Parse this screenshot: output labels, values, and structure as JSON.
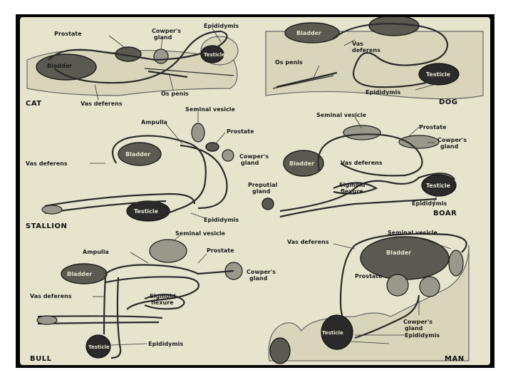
{
  "slide": {
    "background": "#ffffff",
    "frame_color": "#050505",
    "plate_color": "#e6e4cd"
  },
  "cat": {
    "species": "CAT",
    "prostate": "Prostate",
    "cowpers_gland": [
      "Cowper's",
      "gland"
    ],
    "epididymis": "Epididymis",
    "bladder": "Bladder",
    "testicle": "Testicle",
    "os_penis": "Os penis",
    "vas_deferens": "Vas deferens"
  },
  "dog": {
    "species": "DOG",
    "bladder": "Bladder",
    "vas_deferens": [
      "Vas",
      "deferens"
    ],
    "os_penis": "Os penis",
    "testicle": "Testicle",
    "epididymis": "Epididymis"
  },
  "stallion": {
    "species": "STALLION",
    "seminal_vesicle": "Seminal vesicle",
    "ampulla": "Ampulla",
    "prostate": "Prostate",
    "cowpers_gland": [
      "Cowper's",
      "gland"
    ],
    "bladder": "Bladder",
    "vas_deferens": "Vas deferens",
    "testicle": "Testicle",
    "epididymis": "Epididymis"
  },
  "boar": {
    "species": "BOAR",
    "seminal_vesicle": "Seminal vesicle",
    "prostate": "Prostate",
    "cowpers_gland": [
      "Cowper's",
      "gland"
    ],
    "bladder": "Bladder",
    "vas_deferens": "Vas deferens",
    "preputial_gland": [
      "Preputial",
      "gland"
    ],
    "sigmoid_flexure": [
      "Sigmoid",
      "flexure"
    ],
    "testicle": "Testicle",
    "epididymis": "Epididymis"
  },
  "bull": {
    "species": "BULL",
    "ampulla": "Ampulla",
    "seminal_vesicle": "Seminal vesicle",
    "prostate": "Prostate",
    "cowpers_gland": [
      "Cowper's",
      "gland"
    ],
    "bladder": "Bladder",
    "vas_deferens": "Vas deferens",
    "sigmoid_flexure": [
      "Sigmoid",
      "flexure"
    ],
    "testicle": "Testicle",
    "epididymis": "Epididymis"
  },
  "man": {
    "species": "MAN",
    "vas_deferens": "Vas deferens",
    "seminal_vesicle": "Seminal vesicle",
    "bladder": "Bladder",
    "prostate": "Prostate",
    "cowpers_gland": [
      "Cowper's",
      "gland"
    ],
    "testicle": "Testicle",
    "epididymis": "Epididymis"
  }
}
